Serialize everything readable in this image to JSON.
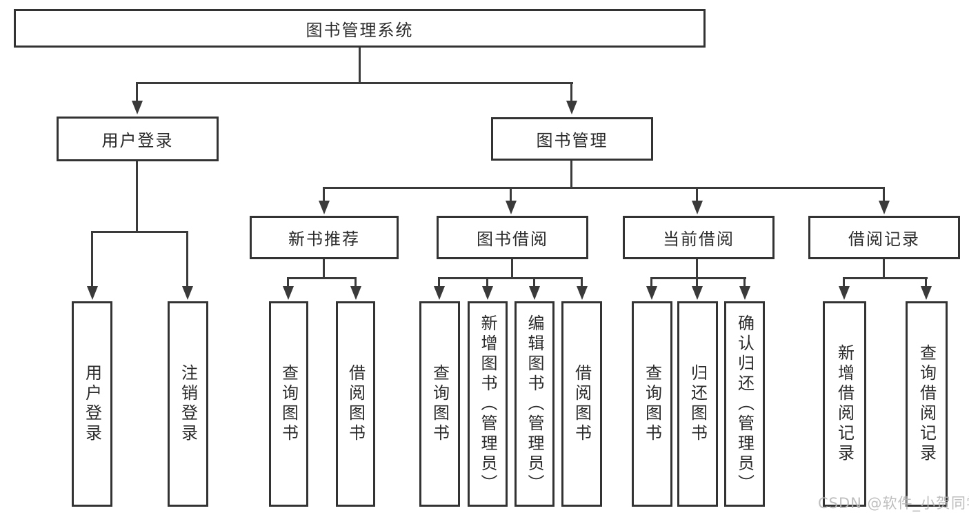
{
  "diagram": {
    "root": {
      "label": "图书管理系统"
    },
    "level2": [
      {
        "label": "用户登录"
      },
      {
        "label": "图书管理"
      }
    ],
    "level3": [
      {
        "label": "新书推荐"
      },
      {
        "label": "图书借阅"
      },
      {
        "label": "当前借阅"
      },
      {
        "label": "借阅记录"
      }
    ],
    "leaves": {
      "user_login": [
        {
          "label": "用户登录"
        },
        {
          "label": "注销登录"
        }
      ],
      "new_book_recommend": [
        {
          "label": "查询图书"
        },
        {
          "label": "借阅图书"
        }
      ],
      "book_borrow": [
        {
          "label": "查询图书"
        },
        {
          "label": "新增图书（管理员）"
        },
        {
          "label": "编辑图书（管理员）"
        },
        {
          "label": "借阅图书"
        }
      ],
      "current_borrow": [
        {
          "label": "查询图书"
        },
        {
          "label": "归还图书"
        },
        {
          "label": "确认归还（管理员）"
        }
      ],
      "borrow_records": [
        {
          "label": "新增借阅记录"
        },
        {
          "label": "查询借阅记录"
        }
      ]
    }
  },
  "watermark": {
    "text": "CSDN @软件_小贺同学"
  },
  "colors": {
    "line": "#3a3a3a",
    "box_border": "#333333",
    "text": "#2b2b2b",
    "background": "#ffffff",
    "watermark": "#b8b8b8"
  }
}
